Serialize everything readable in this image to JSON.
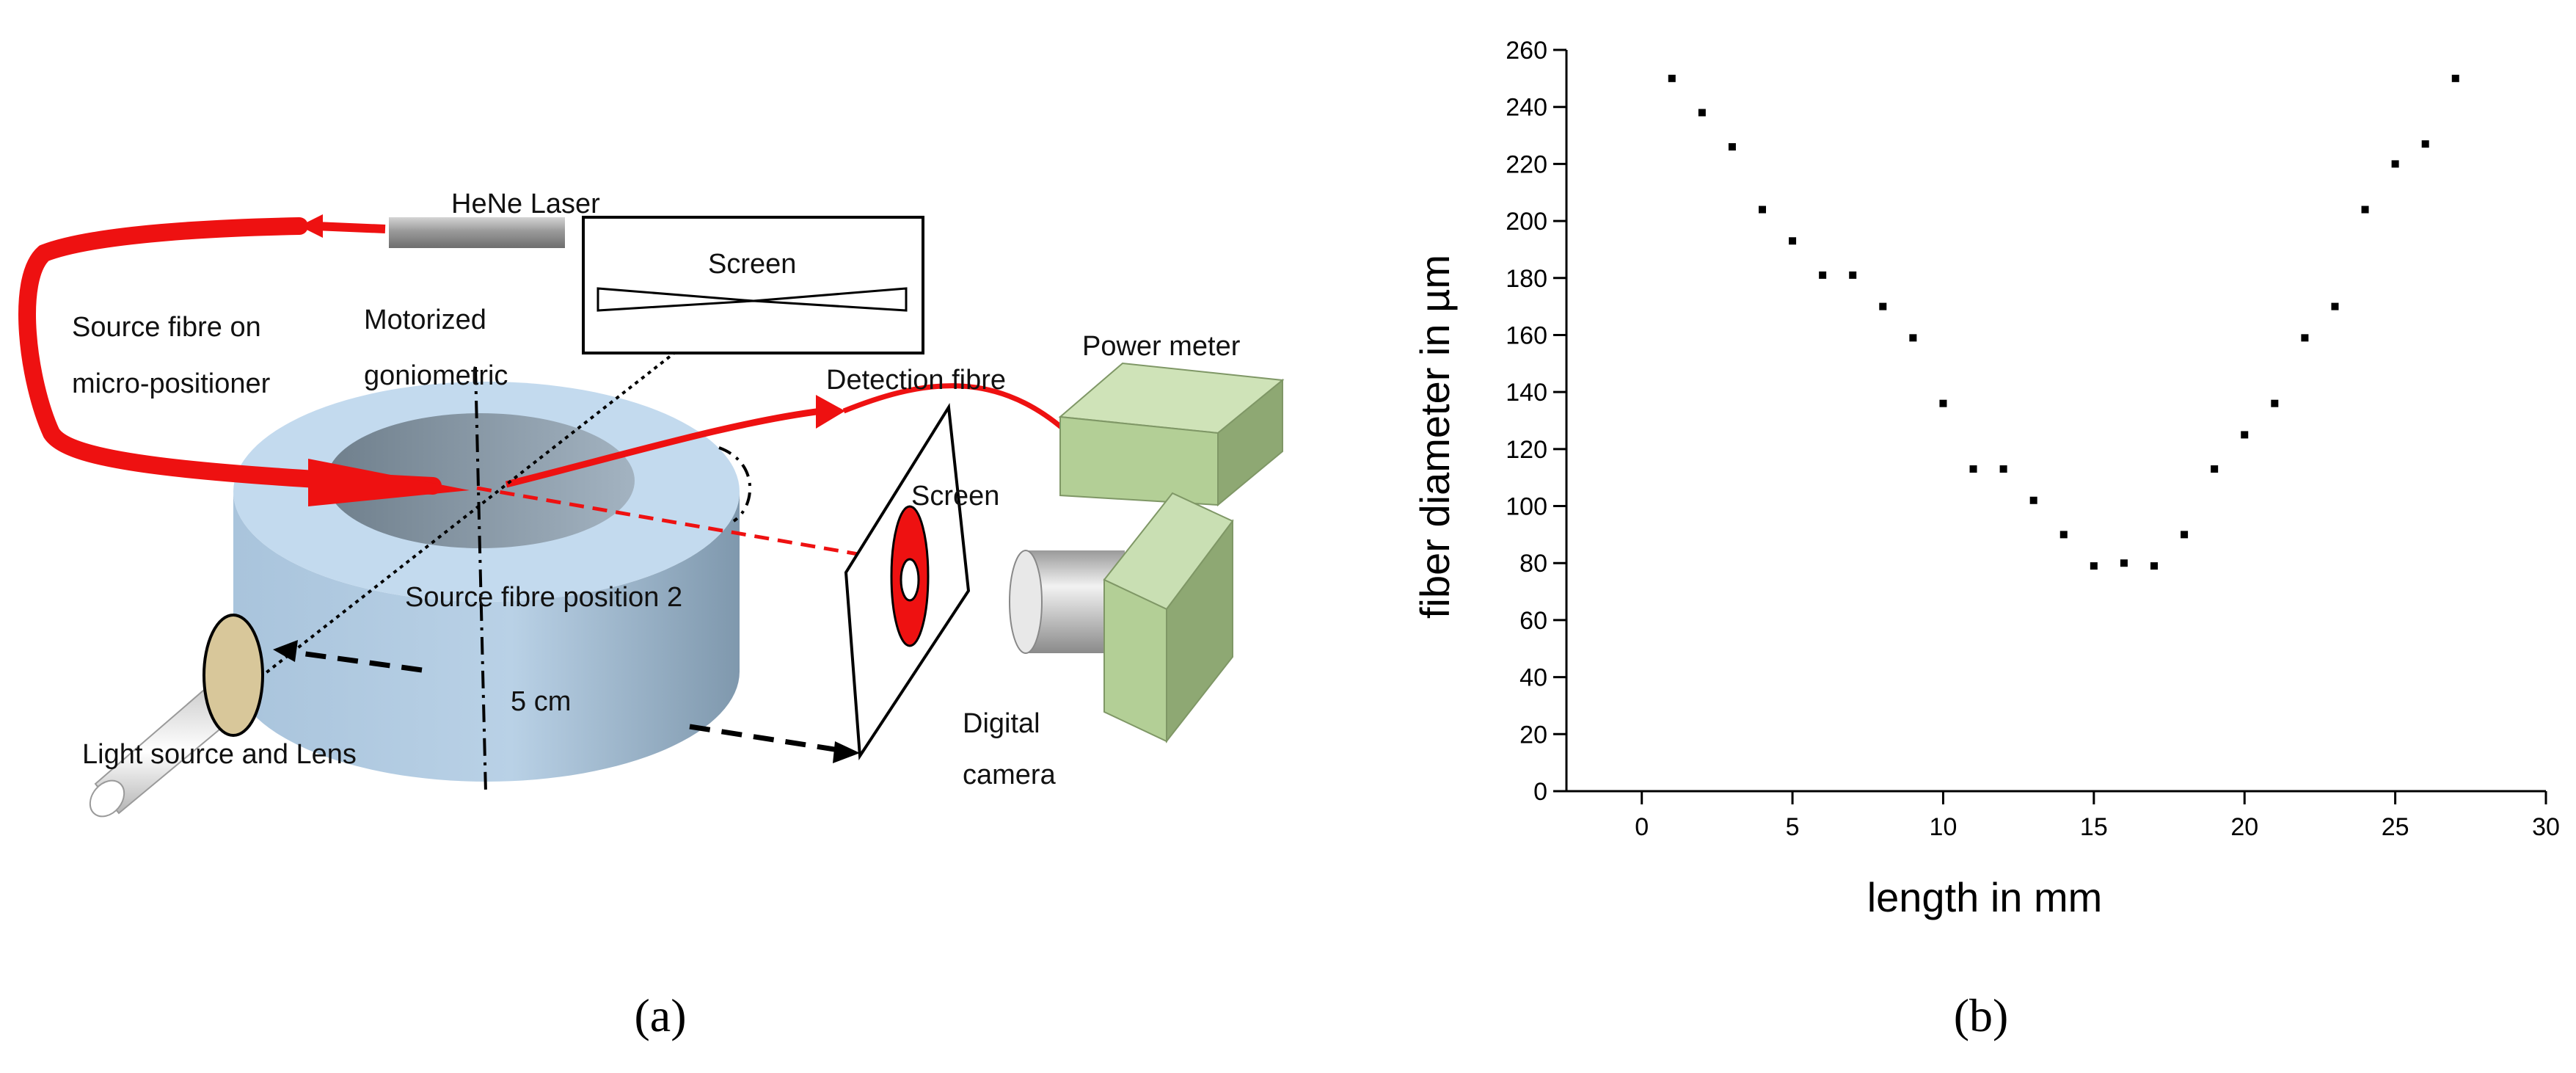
{
  "diagram": {
    "labels": {
      "laser": "HeNe Laser",
      "source_fibre": [
        "Source fibre on",
        "micro-positioner"
      ],
      "motorized": [
        "Motorized",
        "goniometric"
      ],
      "screen_top": "Screen",
      "detection_fibre": "Detection fibre",
      "power_meter": "Power meter",
      "screen_right": "Screen",
      "source_pos2": "Source fibre position 2",
      "distance": "5 cm",
      "light_source": "Light source and Lens",
      "camera": [
        "Digital",
        "camera"
      ]
    },
    "colors": {
      "fibre": "#ee1111",
      "ring": "#b8d3ea",
      "meter": "#b7d59a",
      "lens": "#d8c79a"
    }
  },
  "captions": {
    "a": "(a)",
    "b": "(b)"
  },
  "chart_data": {
    "type": "scatter",
    "xlabel": "length in mm",
    "ylabel": "fiber diameter in µm",
    "xlim": [
      -2.5,
      30
    ],
    "ylim": [
      0,
      260
    ],
    "xticks": [
      0,
      5,
      10,
      15,
      20,
      25,
      30
    ],
    "yticks": [
      0,
      20,
      40,
      60,
      80,
      100,
      120,
      140,
      160,
      180,
      200,
      220,
      240,
      260
    ],
    "grid": false,
    "series": [
      {
        "x": [
          1,
          2,
          3,
          4,
          5,
          6,
          7,
          8,
          9,
          10,
          11,
          12,
          13,
          14,
          15,
          16,
          17,
          18,
          19,
          20,
          21,
          22,
          23,
          24,
          25,
          26,
          27
        ],
        "y": [
          250,
          238,
          226,
          204,
          193,
          181,
          181,
          170,
          159,
          136,
          113,
          113,
          102,
          90,
          79,
          80,
          79,
          90,
          113,
          125,
          136,
          159,
          170,
          204,
          220,
          227,
          250
        ]
      }
    ]
  }
}
